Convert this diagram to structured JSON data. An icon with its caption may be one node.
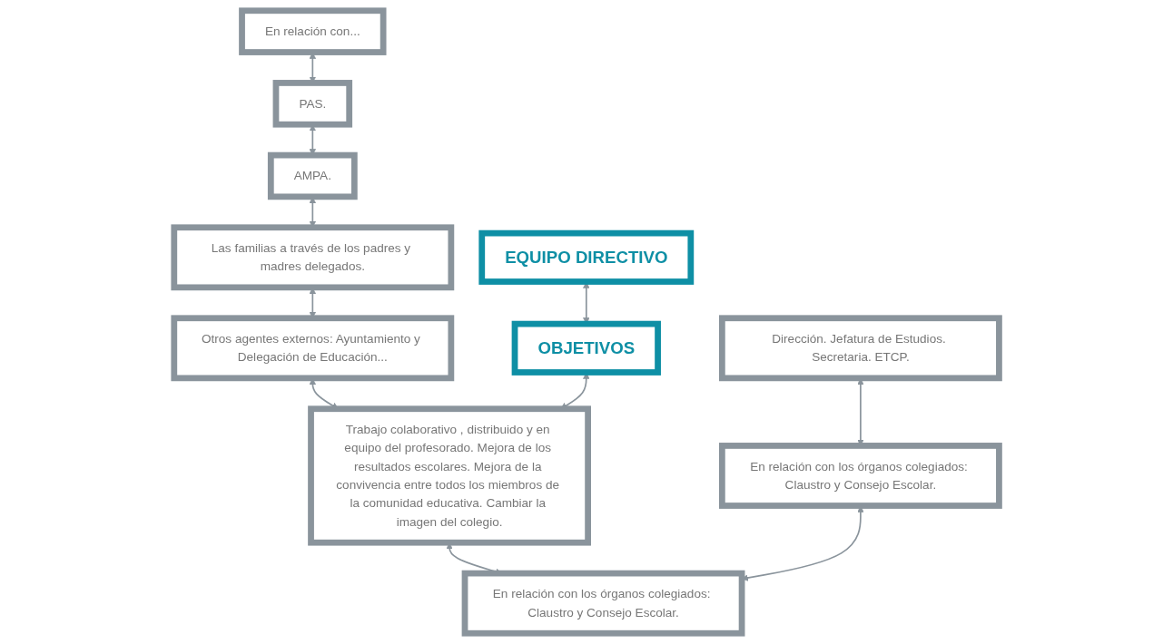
{
  "diagram": {
    "nodes": [
      {
        "text": [
          "En relación con..."
        ]
      },
      {
        "text": [
          "PAS."
        ]
      },
      {
        "text": [
          "AMPA."
        ]
      },
      {
        "text": [
          "Las familias a través de los padres y madres delegados."
        ]
      },
      {
        "text": [
          "Otros agentes externos: Ayuntamiento y Delegación de Educación..."
        ]
      },
      {
        "text": [
          "EQUIPO DIRECTIVO"
        ]
      },
      {
        "text": [
          "OBJETIVOS"
        ]
      },
      {
        "text": [
          "Trabajo colaborativo , distribuido y en equipo del profesorado. Mejora de los resultados escolares. Mejora de la convivencia entre todos los miembros de la comunidad educativa. Cambiar la imagen del colegio."
        ]
      },
      {
        "text": [
          "Dirección. Jefatura de Estudios. Secretaria. ETCP."
        ]
      },
      {
        "text": [
          "En relación con los órganos colegiados: Claustro y Consejo Escolar."
        ]
      },
      {
        "text": [
          "En relación con los órganos colegiados: Claustro y Consejo Escolar."
        ]
      }
    ],
    "edges": [
      {
        "from": 0,
        "to": 1,
        "arrow": "both"
      },
      {
        "from": 1,
        "to": 2,
        "arrow": "both"
      },
      {
        "from": 2,
        "to": 3,
        "arrow": "both"
      },
      {
        "from": 3,
        "to": 4,
        "arrow": "both"
      },
      {
        "from": 4,
        "to": 7,
        "arrow": "both"
      },
      {
        "from": 5,
        "to": 6,
        "arrow": "both"
      },
      {
        "from": 6,
        "to": 7,
        "arrow": "both"
      },
      {
        "from": 7,
        "to": 10,
        "arrow": "both"
      },
      {
        "from": 8,
        "to": 9,
        "arrow": "both"
      },
      {
        "from": 9,
        "to": 10,
        "arrow": "both"
      }
    ]
  }
}
